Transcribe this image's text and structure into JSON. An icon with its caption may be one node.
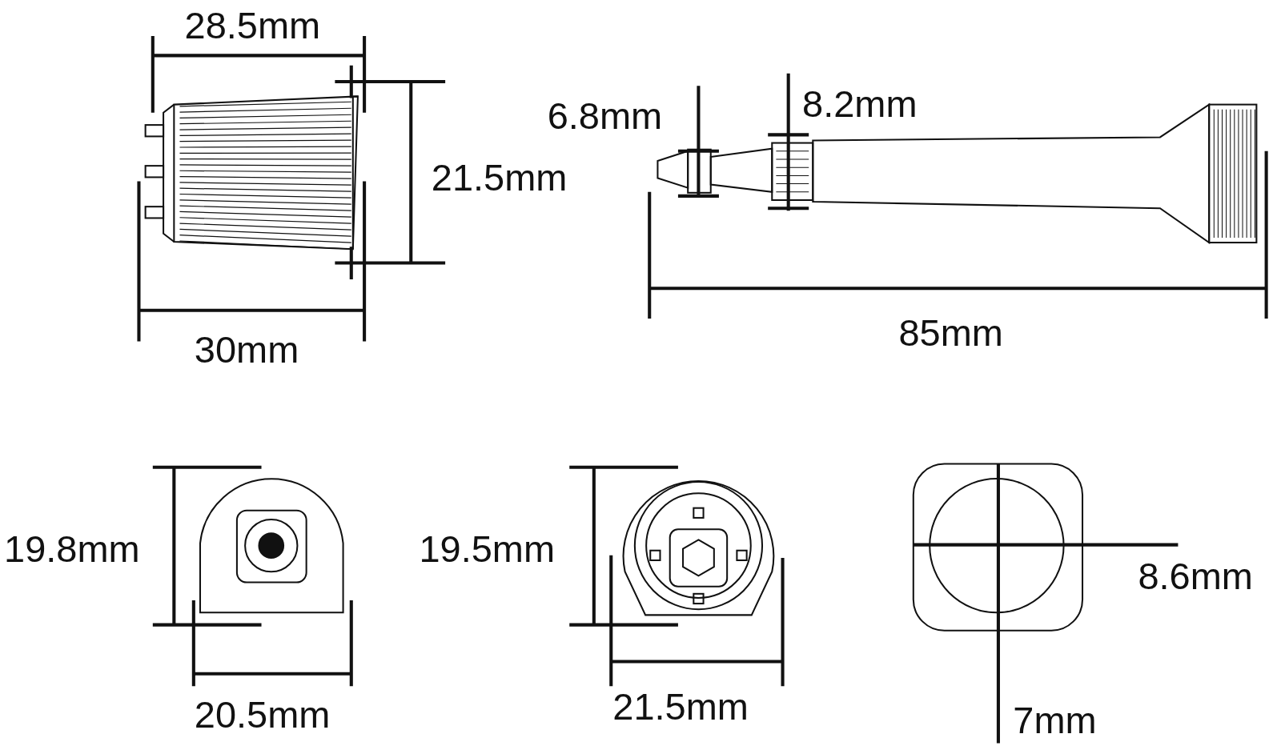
{
  "diagram": {
    "labels": [
      "28.5mm",
      "21.5mm",
      "30mm",
      "6.8mm",
      "8.2mm",
      "85mm",
      "19.8mm",
      "20.5mm",
      "19.5mm",
      "21.5mm",
      "8.6mm",
      "7mm"
    ]
  }
}
